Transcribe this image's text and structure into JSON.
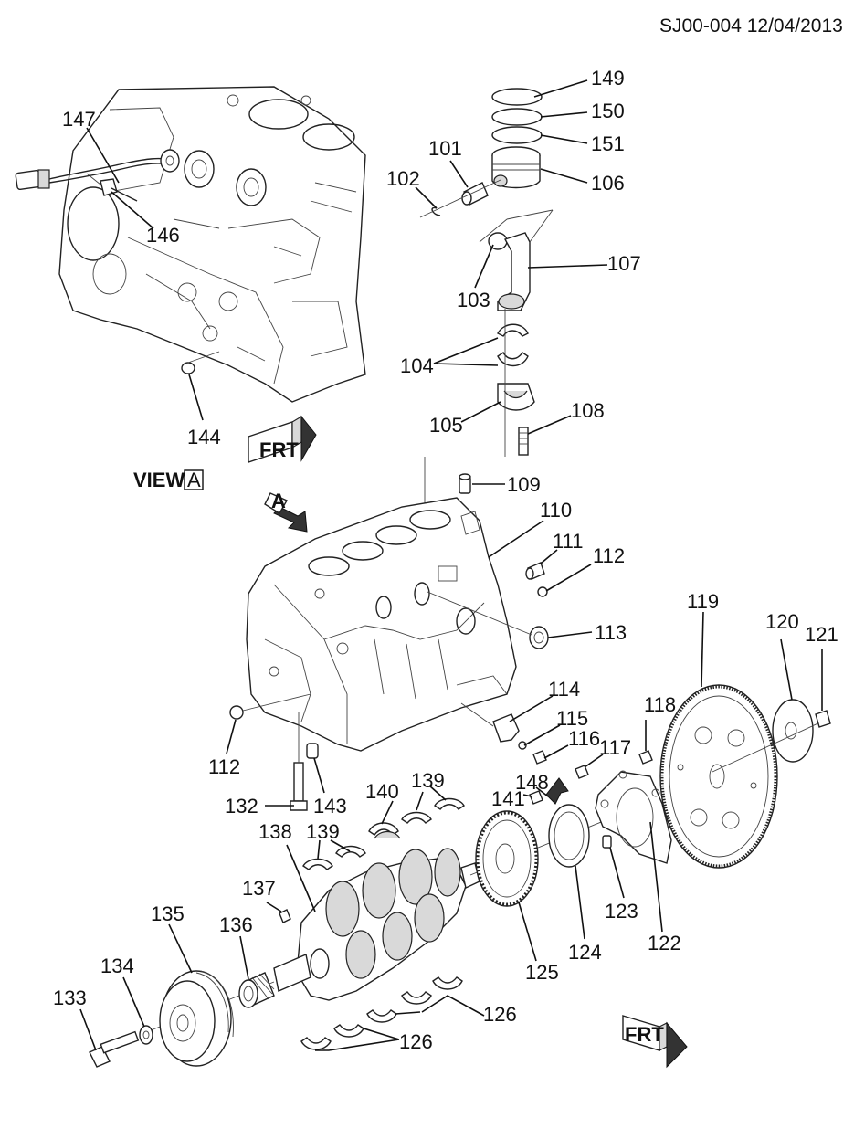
{
  "header": {
    "ref": "SJ00-004 12/04/2013"
  },
  "view_label": {
    "text": "VIEW",
    "letter": "A"
  },
  "arrow_a": {
    "letter": "A"
  },
  "frt_arrows": [
    "FRT",
    "FRT"
  ],
  "callouts": {
    "101": "101",
    "102": "102",
    "103": "103",
    "104": "104",
    "105": "105",
    "106": "106",
    "107": "107",
    "108": "108",
    "109": "109",
    "110": "110",
    "111": "111",
    "112": "112",
    "112b": "112",
    "113": "113",
    "114": "114",
    "115": "115",
    "116": "116",
    "117": "117",
    "118": "118",
    "119": "119",
    "120": "120",
    "121": "121",
    "122": "122",
    "123": "123",
    "124": "124",
    "125": "125",
    "126": "126",
    "126b": "126",
    "132": "132",
    "133": "133",
    "134": "134",
    "135": "135",
    "136": "136",
    "137": "137",
    "138": "138",
    "139": "139",
    "139b": "139",
    "140": "140",
    "141": "141",
    "143": "143",
    "144": "144",
    "146": "146",
    "147": "147",
    "148": "148",
    "149": "149",
    "150": "150",
    "151": "151"
  }
}
